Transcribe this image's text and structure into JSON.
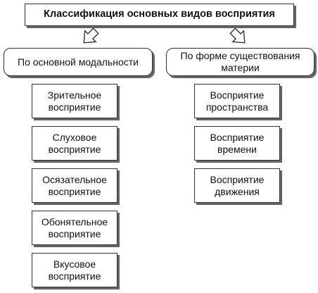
{
  "title": "Классификация основных видов восприятия",
  "groups": [
    {
      "label": "По основной модальности",
      "items": [
        "Зрительное восприятие",
        "Слуховое восприятие",
        "Осязательное восприятие",
        "Обонятельное восприятие",
        "Вкусовое восприятие"
      ]
    },
    {
      "label": "По форме существования материи",
      "items": [
        "Восприятие пространства",
        "Восприятие времени",
        "Восприятие движения"
      ]
    }
  ]
}
